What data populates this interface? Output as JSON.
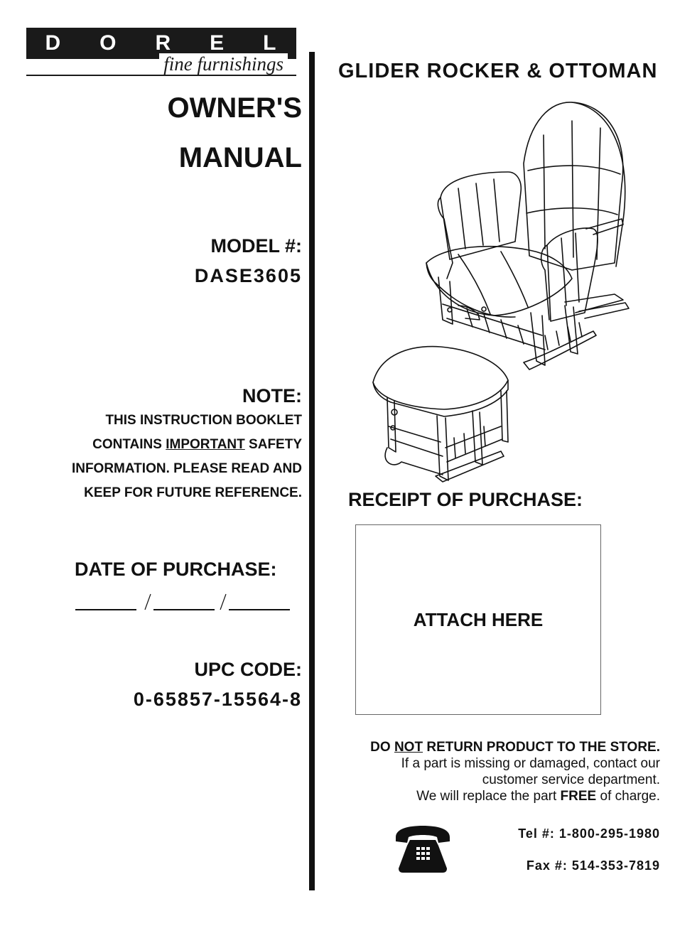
{
  "logo": {
    "letters": [
      "D",
      "O",
      "R",
      "E",
      "L"
    ],
    "subtitle": "fine furnishings"
  },
  "title": {
    "line1": "OWNER'S",
    "line2": "MANUAL"
  },
  "model": {
    "label": "MODEL #:",
    "number": "DASE3605"
  },
  "note": {
    "label": "NOTE:",
    "line1": "THIS INSTRUCTION BOOKLET",
    "line2_pre": "CONTAINS ",
    "line2_emph": "IMPORTANT",
    "line2_post": " SAFETY",
    "line3": "INFORMATION.  PLEASE READ AND",
    "line4": "KEEP FOR FUTURE REFERENCE."
  },
  "date_of_purchase": {
    "label": "DATE OF PURCHASE:"
  },
  "upc": {
    "label": "UPC CODE:",
    "code": "0-65857-15564-8"
  },
  "product_title": "GLIDER ROCKER & OTTOMAN",
  "illustration": {
    "icon": "glider-rocker-and-ottoman-illustration"
  },
  "receipt": {
    "title": "RECEIPT OF PURCHASE:",
    "box_label": "ATTACH HERE"
  },
  "notice": {
    "line1_pre": "DO ",
    "line1_emph": "NOT",
    "line1_post": " RETURN PRODUCT TO THE STORE.",
    "line2": "If a part is missing or damaged, contact our",
    "line3": "customer service department.",
    "line4_pre": "We will replace the part ",
    "line4_emph": "FREE",
    "line4_post": " of charge."
  },
  "contact": {
    "icon": "telephone-icon",
    "tel": "Tel #: 1-800-295-1980",
    "fax": "Fax #: 514-353-7819"
  }
}
